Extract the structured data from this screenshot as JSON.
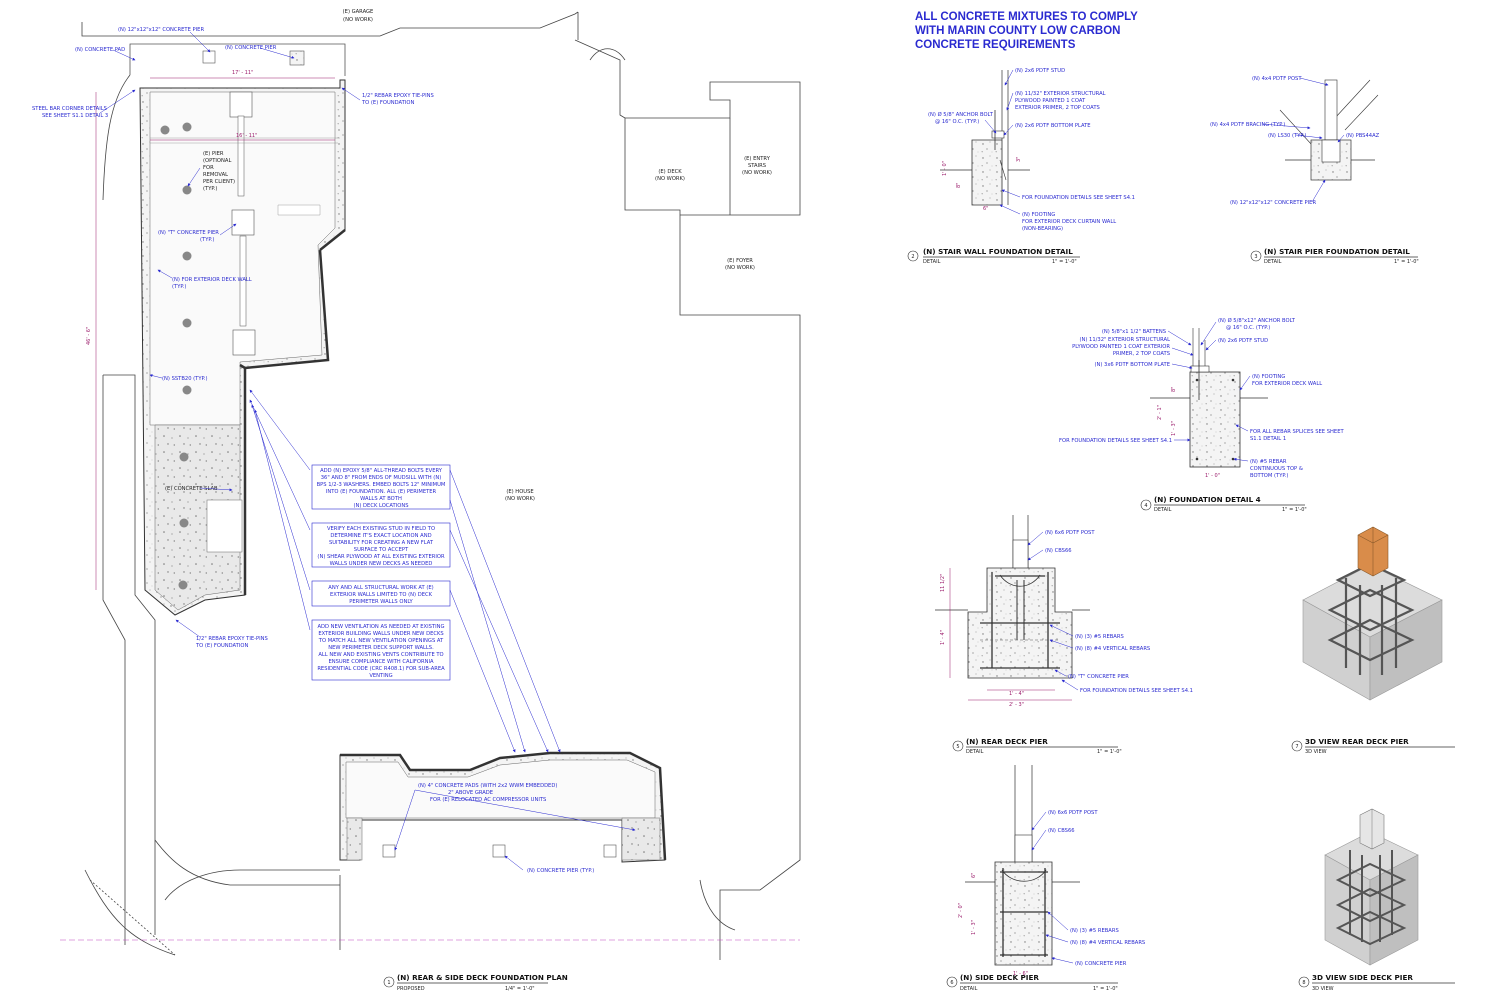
{
  "requirements_note": [
    "ALL CONCRETE MIXTURES TO COMPLY",
    "WITH MARIN COUNTY LOW CARBON",
    "CONCRETE REQUIREMENTS"
  ],
  "plan": {
    "garage": [
      "(E) GARAGE",
      "(NO WORK)"
    ],
    "deck": [
      "(E) DECK",
      "(NO WORK)"
    ],
    "entry_stairs": [
      "(E) ENTRY",
      "STAIRS",
      "(NO WORK)"
    ],
    "foyer": [
      "(E) FOYER",
      "(NO WORK)"
    ],
    "house": [
      "(E) HOUSE",
      "(NO WORK)"
    ],
    "pier_12": "(N) 12\"x12\"x12\" CONCRETE PIER",
    "concrete_pad": "(N) CONCRETE PAD",
    "concrete_pier": "(N) CONCRETE PIER",
    "steel_bar": [
      "STEEL BAR CORNER DETAILS",
      "SEE SHEET S1.1 DETAIL 3"
    ],
    "rebar_tie_top": [
      "1/2\" REBAR EPOXY TIE-PINS",
      "TO (E) FOUNDATION"
    ],
    "e_pier": [
      "(E) PIER",
      "(OPTIONAL",
      "FOR",
      "REMOVAL",
      "PER CLIENT)",
      "(TYP.)"
    ],
    "t_pier": [
      "(N) \"T\" CONCRETE PIER",
      "(TYP.)"
    ],
    "ext_wall": [
      "(N) FOR EXTERIOR DECK WALL",
      "(TYP.)"
    ],
    "sstb": "(N) SSTB20 (TYP.)",
    "slab": "(E) CONCRETE SLAB",
    "rebar_tie_bottom": [
      "1/2\" REBAR EPOXY TIE-PINS",
      "TO (E) FOUNDATION"
    ],
    "pads_4in": [
      "(N) 4\" CONCRETE PADS (WITH 2x2 WWM EMBEDDED)",
      "2\" ABOVE GRADE",
      "FOR (E) RELOCATED AC COMPRESSOR UNITS"
    ],
    "pier_typ": "(N) CONCRETE PIER (TYP.)",
    "dim_top": "17' - 11\"",
    "dim_mid": "16' - 11\"",
    "dim_side": "46' - 6\"",
    "note1": [
      "ADD (N) EPOXY 5/8\" ALL-THREAD BOLTS EVERY",
      "36\" AND 8\" FROM ENDS OF MUDSILL WITH (N)",
      "BPS 1/2-3 WASHERS. EMBED BOLTS 12\" MINIMUM",
      "INTO (E) FOUNDATION. ALL (E) PERIMETER",
      "WALLS AT BOTH",
      "(N) DECK LOCATIONS"
    ],
    "note2": [
      "VERIFY EACH EXISTING STUD IN FIELD TO",
      "DETERMINE IT'S EXACT LOCATION AND",
      "SUITABILITY FOR CREATING A NEW FLAT",
      "SURFACE TO ACCEPT",
      "(N) SHEAR PLYWOOD AT ALL EXISTING EXTERIOR",
      "WALLS UNDER NEW DECKS AS NEEDED"
    ],
    "note3": [
      "ANY AND ALL STRUCTURAL WORK AT (E)",
      "EXTERIOR WALLS LIMITED TO (N) DECK",
      "PERIMETER WALLS ONLY"
    ],
    "note4": [
      "ADD NEW VENTILATION AS NEEDED AT EXISTING",
      "EXTERIOR BUILDING WALLS UNDER NEW DECKS",
      "TO MATCH ALL NEW VENTILATION OPENINGS AT",
      "NEW PERIMETER DECK SUPPORT WALLS.",
      "ALL NEW AND EXISTING VENTS CONTRIBUTE TO",
      "ENSURE COMPLIANCE WITH CALIFORNIA",
      "RESIDENTIAL CODE (CRC R408.1) FOR SUB-AREA",
      "VENTING"
    ],
    "title": "(N) REAR & SIDE DECK  FOUNDATION PLAN",
    "subtitle": "PROPOSED",
    "scale": "1/4\" = 1'-0\"",
    "num": "1"
  },
  "detail2": {
    "num": "2",
    "title": "(N) STAIR WALL FOUNDATION DETAIL",
    "sub": "DETAIL",
    "scale": "1\" = 1'-0\"",
    "stud": "(N) 2x6 PDTF STUD",
    "ply": [
      "(N) 11/32\" EXTERIOR STRUCTURAL",
      "PLYWOOD PAINTED 1 COAT",
      "EXTERIOR PRIMER, 2 TOP COATS"
    ],
    "anchor": [
      "(N) Ø 5/8\" ANCHOR BOLT",
      "@ 16\" O.C. (TYP.)"
    ],
    "plate": "(N) 2x6 PDTF BOTTOM PLATE",
    "fdn": "FOR FOUNDATION DETAILS SEE SHEET S4.1",
    "footing": [
      "(N) FOOTING",
      "FOR EXTERIOR DECK CURTAIN WALL",
      "(NON-BEARING)"
    ],
    "dims": [
      "1' - 0\"",
      "8\"",
      "6\"",
      "3\""
    ]
  },
  "detail3": {
    "num": "3",
    "title": "(N) STAIR PIER FOUNDATION DETAIL",
    "sub": "DETAIL",
    "scale": "1\" = 1'-0\"",
    "post": "(N) 4x4 PDTF POST",
    "bracing": "(N) 4x4  PDTF BRACING (TYP.)",
    "ls": "(N) LS30 (TYP.)",
    "pbs": "(N) PBS44AZ",
    "pier": "(N) 12\"x12\"x12\" CONCRETE PIER"
  },
  "detail4": {
    "num": "4",
    "title": "(N) FOUNDATION DETAIL 4",
    "sub": "DETAIL",
    "scale": "1\" = 1'-0\"",
    "battens": "(N) 5/8\"x1 1/2\" BATTENS",
    "ply": [
      "(N) 11/32\" EXTERIOR STRUCTURAL",
      "PLYWOOD PAINTED 1 COAT EXTERIOR",
      "PRIMER, 2 TOP COATS"
    ],
    "plate": "(N) 3x6 PDTF BOTTOM PLATE",
    "anchor": [
      "(N) Ø 5/8\"x12\" ANCHOR BOLT",
      "@ 16\" O.C. (TYP.)"
    ],
    "stud": "(N) 2x6 PDTF STUD",
    "footing": [
      "(N) FOOTING",
      "FOR EXTERIOR DECK WALL"
    ],
    "splices": [
      "FOR ALL REBAR SPLICES SEE SHEET",
      "S1.1 DETAIL 1"
    ],
    "fdn": "FOR FOUNDATION DETAILS SEE SHEET S4.1",
    "rebar": [
      "(N) #5 REBAR",
      "CONTINUOUS TOP &",
      "BOTTOM (TYP.)"
    ],
    "dims": [
      "8\"",
      "2' - 1\"",
      "1' - 3\"",
      "1' - 0\""
    ]
  },
  "detail5": {
    "num": "5",
    "title": "(N) REAR DECK PIER",
    "sub": "DETAIL",
    "scale": "1\" = 1'-0\"",
    "post": "(N) 6x6 PDTF POST",
    "cbs": "(N) CBS66",
    "rebars5": "(N) (3) #5 REBARS",
    "rebars4": "(N) (8) #4 VERTICAL REBARS",
    "tpier": "(N) \"T\" CONCRETE PIER",
    "fdn": "FOR FOUNDATION DETAILS SEE SHEET S4.1",
    "dims": [
      "11 1/2\"",
      "1' - 4\"",
      "1' - 4\"",
      "2' - 3\""
    ]
  },
  "detail6": {
    "num": "6",
    "title": "(N) SIDE DECK PIER",
    "sub": "DETAIL",
    "scale": "1\" = 1'-0\"",
    "post": "(N) 6x6 PDTF POST",
    "cbs": "(N) CBS66",
    "rebars5": "(N) (3) #5 REBARS",
    "rebars4": "(N) (8) #4 VERTICAL REBARS",
    "pier": "(N) CONCRETE PIER",
    "dims": [
      "6\"",
      "2' - 0\"",
      "1' - 3\"",
      "1' - 6\""
    ]
  },
  "detail7": {
    "num": "7",
    "title": "3D VIEW REAR DECK PIER",
    "sub": "3D VIEW"
  },
  "detail8": {
    "num": "8",
    "title": "3D VIEW SIDE DECK PIER",
    "sub": "3D VIEW"
  },
  "colors": {
    "annotation": "#2a2ad0",
    "line": "#333333",
    "dimension": "#9a1a6a",
    "post_wood": "#d98c4a"
  }
}
